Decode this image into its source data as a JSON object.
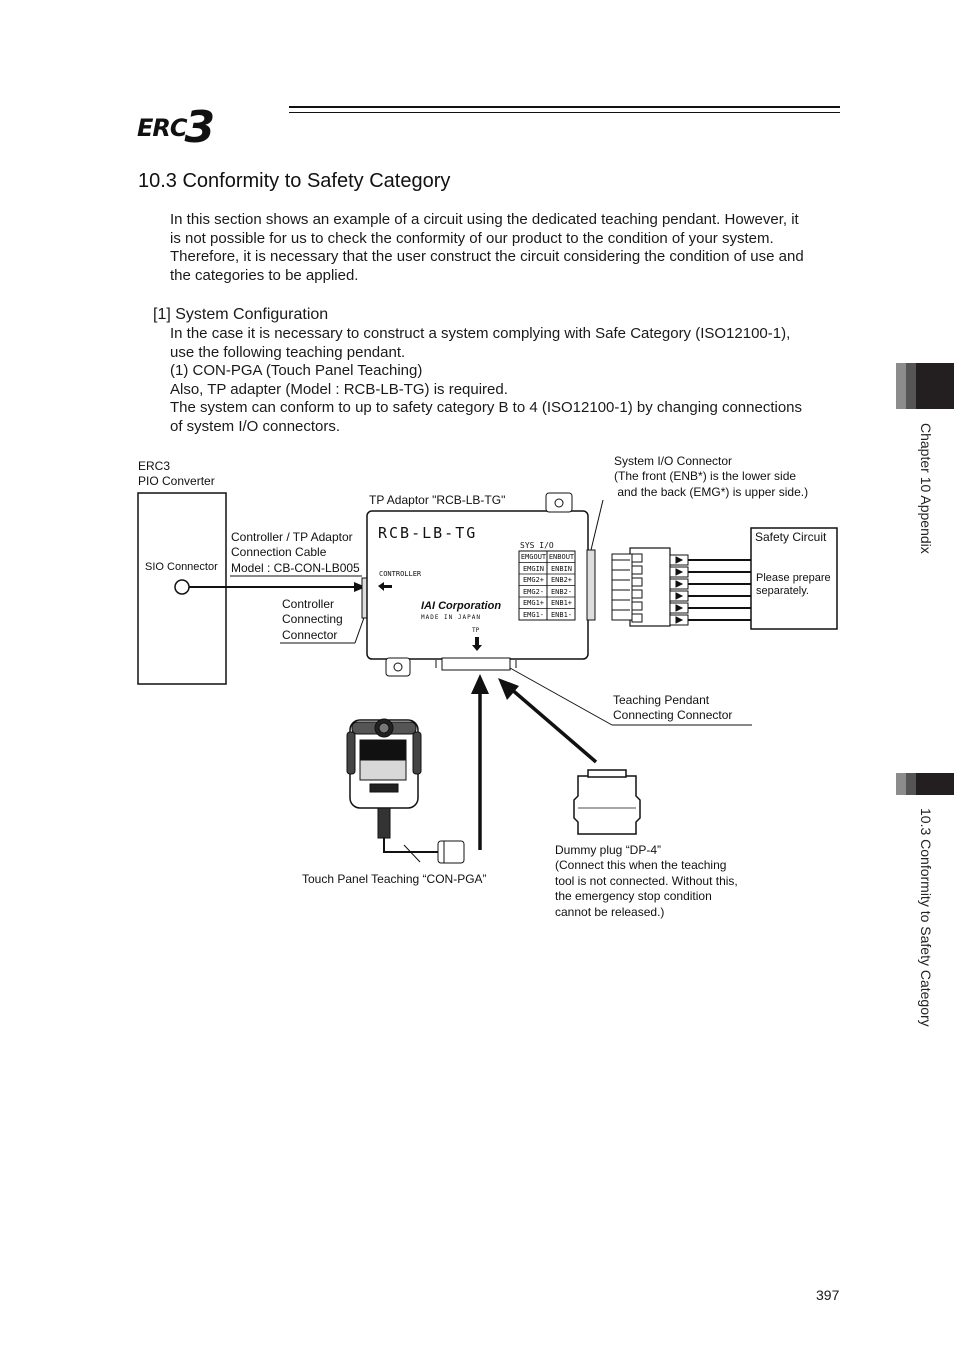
{
  "header": {
    "logo_text": "ERC",
    "logo_number": "3"
  },
  "section": {
    "title": "10.3 Conformity to Safety Category",
    "intro_lines": [
      "In this section shows an example of a circuit using the dedicated teaching pendant. However, it",
      "is not possible for us to check the conformity of our product to the condition of your system.",
      "Therefore, it is necessary that the user construct the circuit considering the condition of use and",
      "the categories to be applied."
    ],
    "subheading": "[1] System Configuration",
    "body_lines": [
      "In the case it is necessary to construct a system complying with Safe Category (ISO12100-1),",
      "use the following teaching pendant.",
      "(1)   CON-PGA (Touch Panel Teaching)",
      "Also, TP adapter (Model : RCB-LB-TG) is required.",
      "The system can conform to up to safety category B to 4 (ISO12100-1) by changing connections",
      "of system I/O connectors."
    ]
  },
  "side_tabs": {
    "chapter": "Chapter 10 Appendix",
    "section": "10.3 Conformity to Safety Category"
  },
  "diagram": {
    "erc3_label": [
      "ERC3",
      "PIO Converter"
    ],
    "sio_connector": "SIO Connector",
    "cable_label": [
      "Controller / TP Adaptor",
      "Connection Cable",
      "Model : CB-CON-LB005"
    ],
    "controller_connector": [
      "Controller",
      "Connecting",
      "Connector"
    ],
    "tp_adaptor_label": "TP Adaptor \"RCB-LB-TG\"",
    "adaptor": {
      "model": "RCB-LB-TG",
      "sys_io": "SYS I/O",
      "pins_left": [
        "EMGOUT",
        "EMGIN",
        "EMG2+",
        "EMG2-",
        "EMG1+",
        "EMG1-"
      ],
      "pins_right": [
        "ENBOUT",
        "ENBIN",
        "ENB2+",
        "ENB2-",
        "ENB1+",
        "ENB1-"
      ],
      "controller": "CONTROLLER",
      "brand": "IAI Corporation",
      "made_in": "MADE IN JAPAN",
      "tp": "TP"
    },
    "sysio_label": [
      "System I/O Connector",
      "(The front (ENB*) is the lower side",
      " and the back (EMG*) is upper side.)"
    ],
    "safety_circuit": {
      "title": "Safety Circuit",
      "note": [
        "Please prepare",
        "separately."
      ]
    },
    "teaching_connector": [
      "Teaching Pendant",
      "Connecting Connector"
    ],
    "pendant_label": "Touch Panel Teaching “CON-PGA”",
    "dummy_plug": [
      "Dummy plug “DP-4”",
      "(Connect this when the teaching",
      "tool is not connected. Without this,",
      "the emergency stop condition",
      "cannot be released.)"
    ]
  },
  "page_number": "397"
}
